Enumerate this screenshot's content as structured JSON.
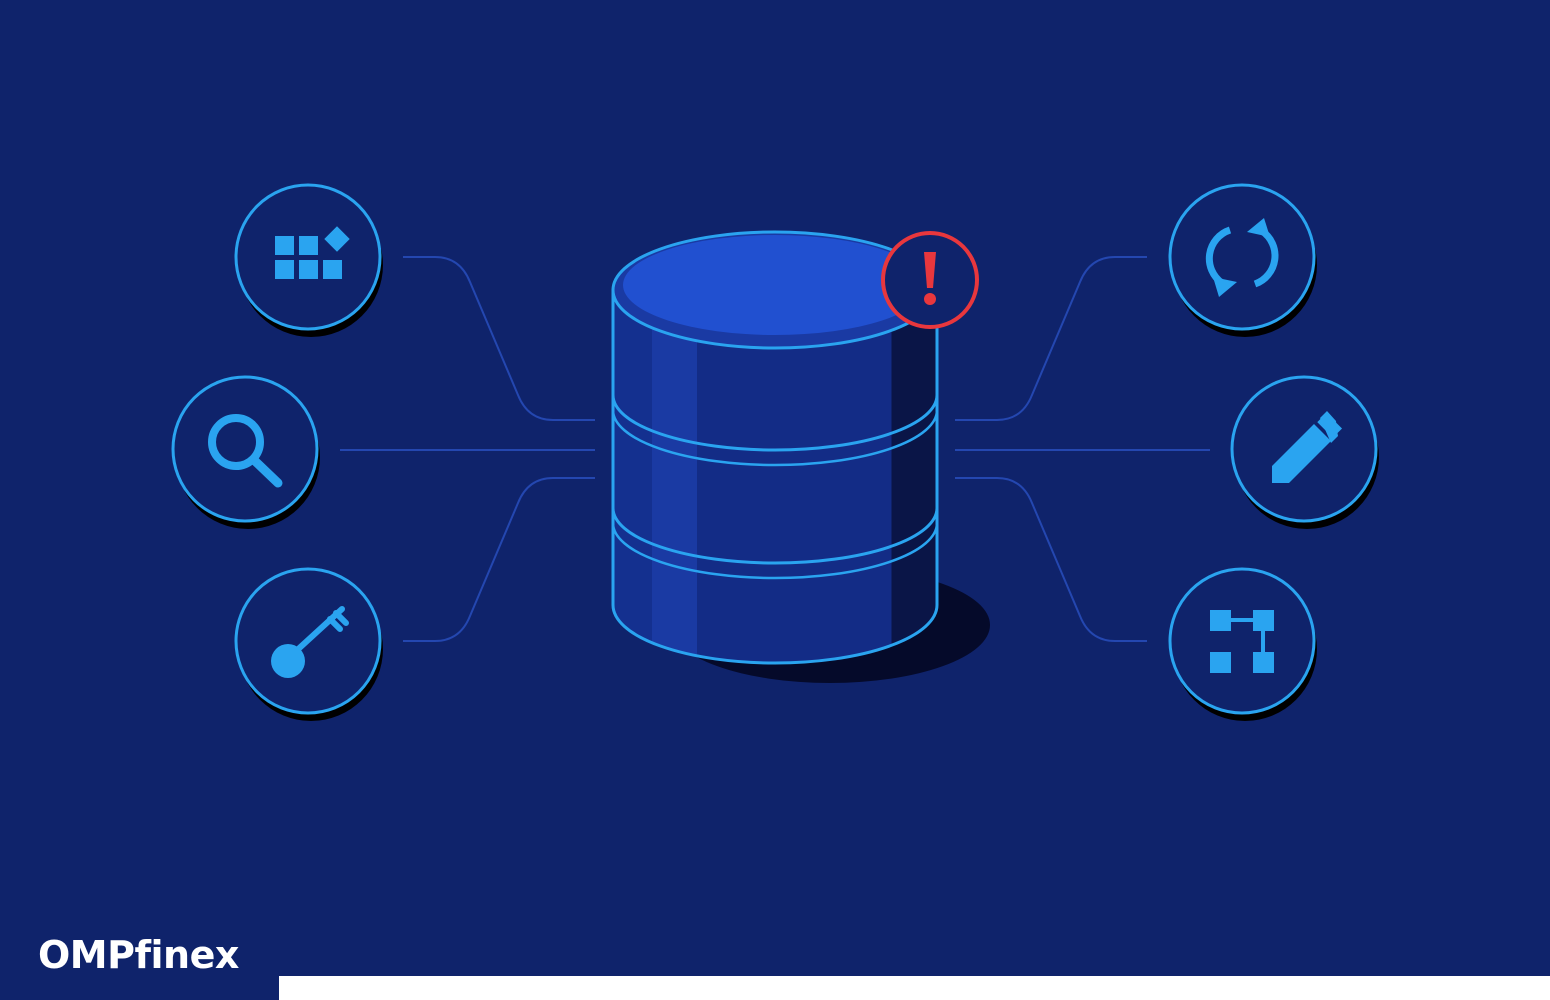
{
  "brand": {
    "logo_text": "OMPfinex"
  },
  "colors": {
    "background": "#0f236b",
    "accent": "#1e9be8",
    "alert": "#e8373d",
    "connector": "#2447b0"
  },
  "diagram": {
    "center": {
      "icon": "database-icon",
      "badge_icon": "exclamation-icon"
    },
    "nodes": [
      {
        "icon": "apps-grid-icon",
        "side": "left"
      },
      {
        "icon": "search-icon",
        "side": "left"
      },
      {
        "icon": "key-icon",
        "side": "left"
      },
      {
        "icon": "sync-icon",
        "side": "right"
      },
      {
        "icon": "pencil-icon",
        "side": "right"
      },
      {
        "icon": "hierarchy-icon",
        "side": "right"
      }
    ]
  }
}
